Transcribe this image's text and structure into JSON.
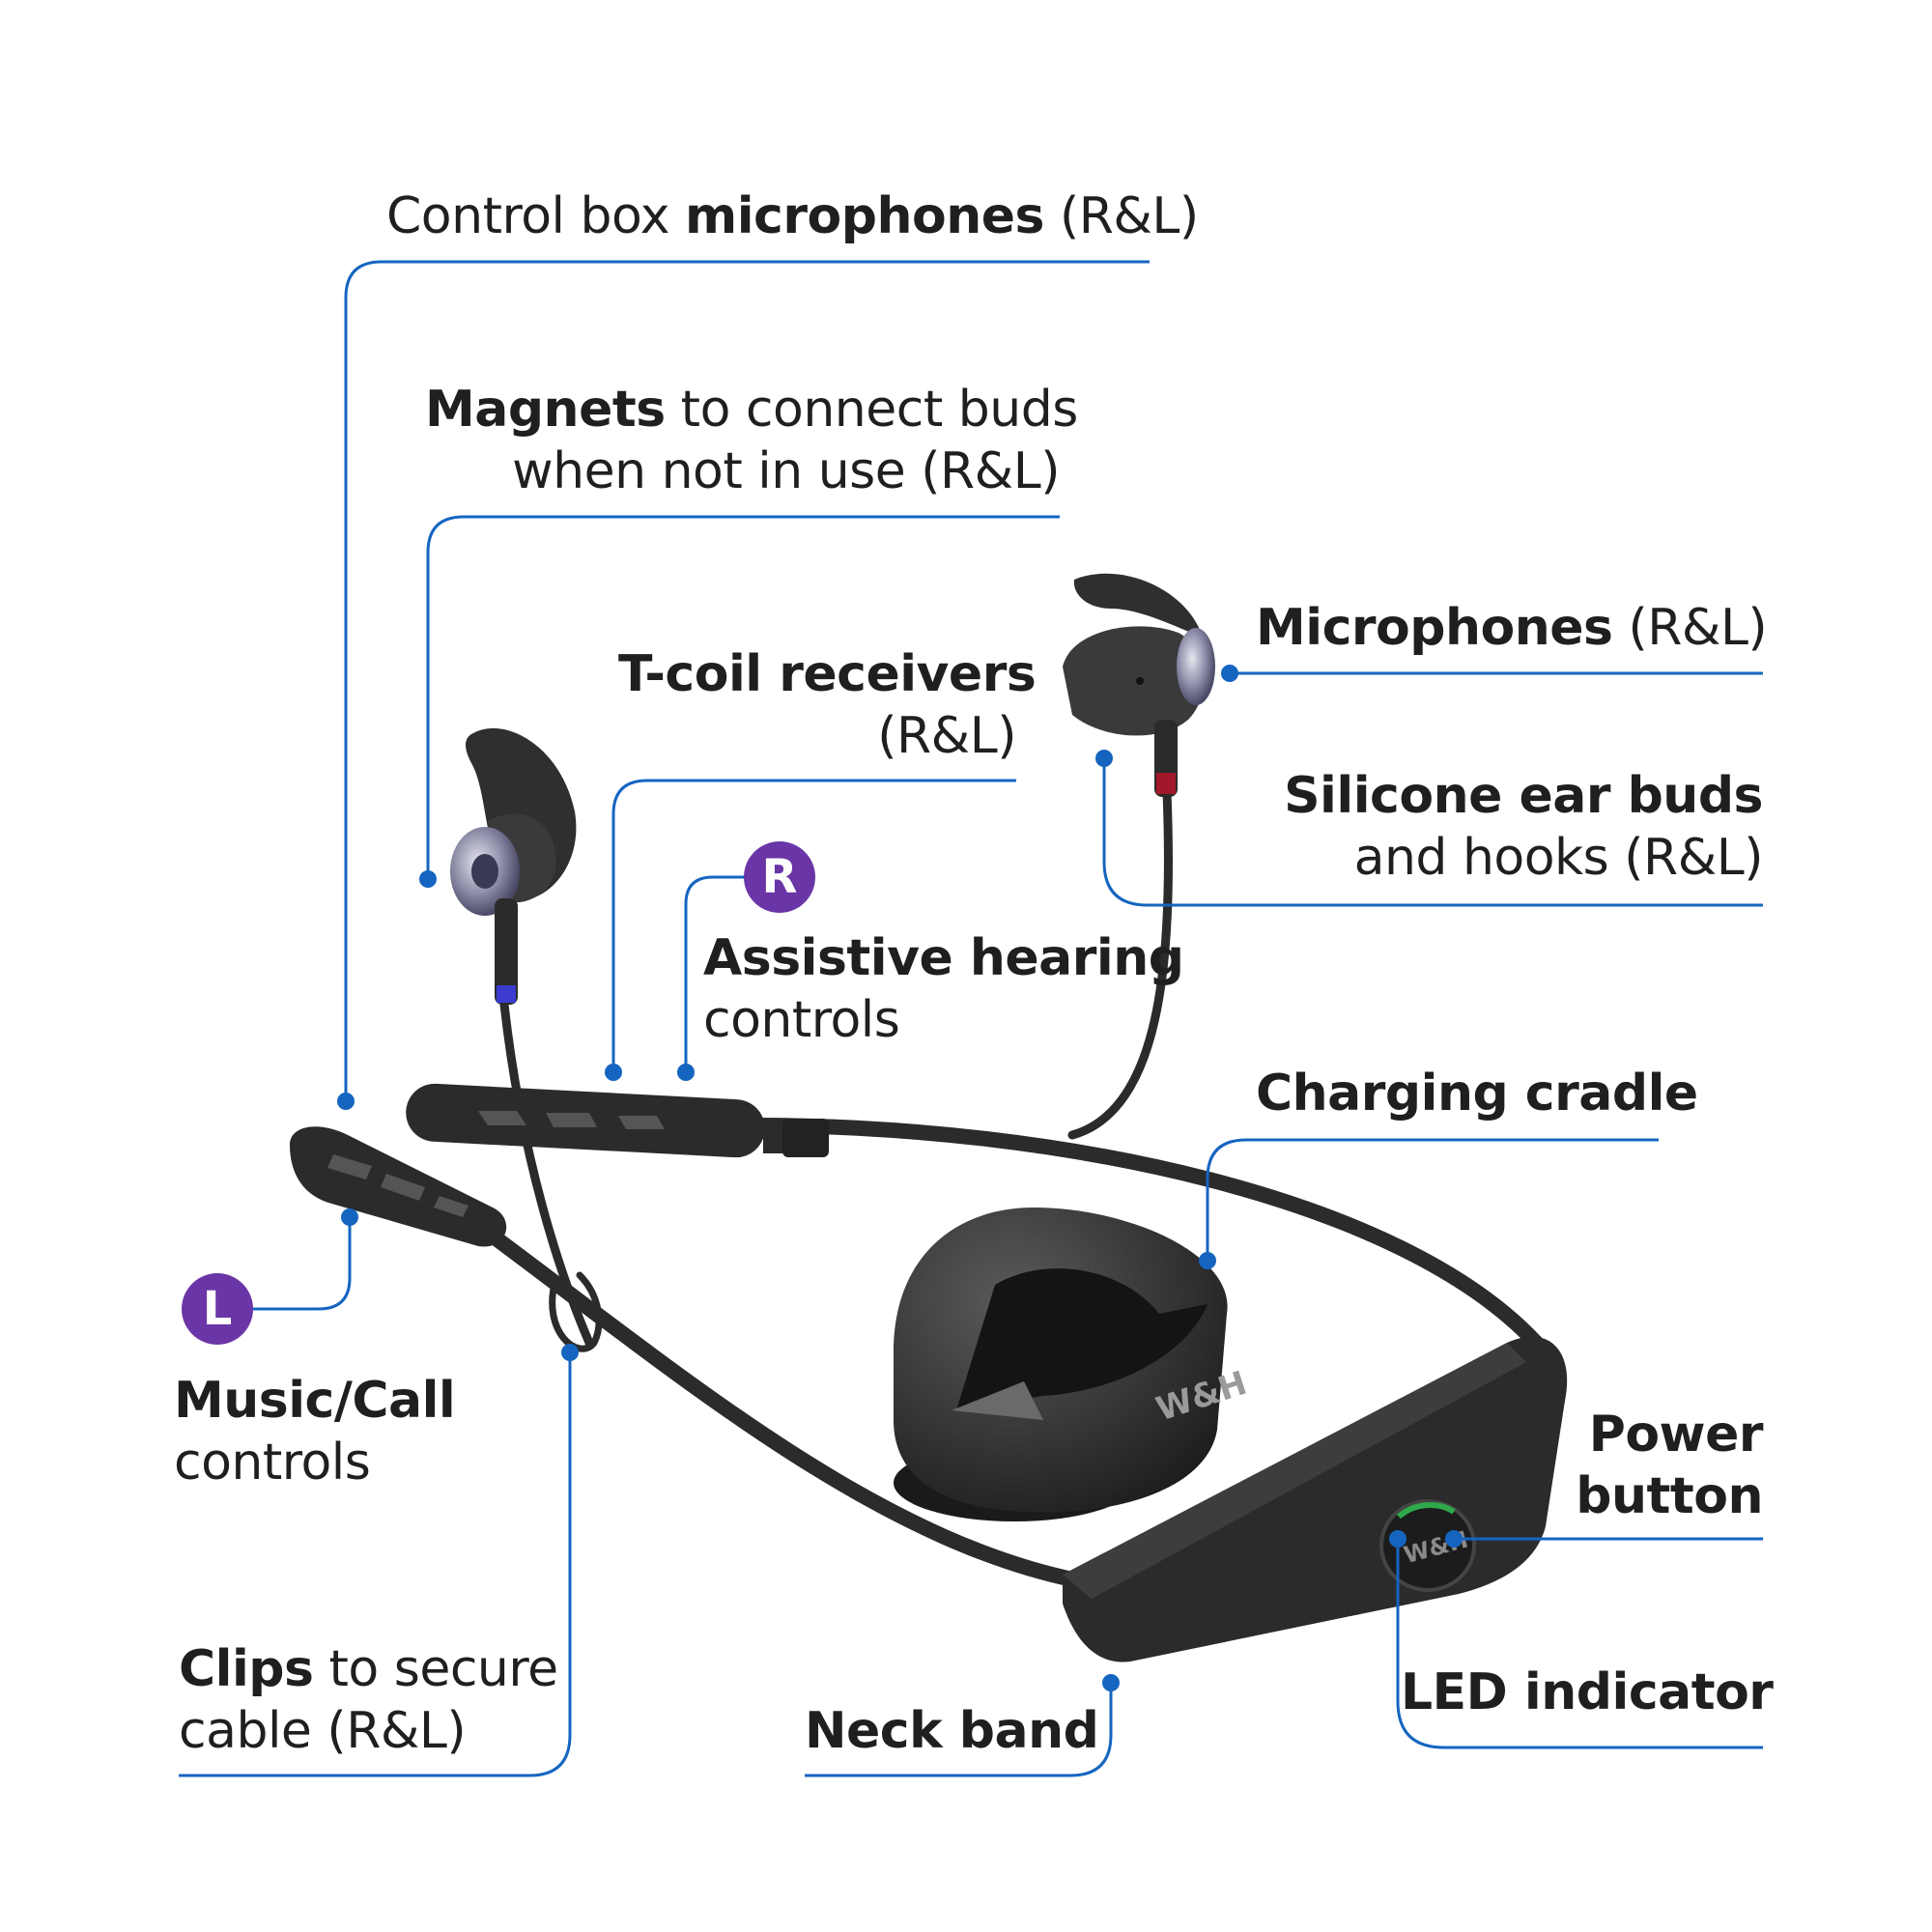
{
  "colors": {
    "leader": "#1565c0",
    "accent_purple": "#6a35a6",
    "device_black": "#2b2b2b",
    "text": "#1f1f1f"
  },
  "labels": {
    "control_box_mics": {
      "regular": "Control box ",
      "bold": "microphones",
      "suffix": " (R&L)"
    },
    "magnets": {
      "bold": "Magnets",
      "line1_rest": " to connect buds",
      "line2": "when not in use (R&L)"
    },
    "tcoil": {
      "bold": "T-coil receivers",
      "line2": "(R&L)"
    },
    "assistive": {
      "bold": "Assistive hearing",
      "line2": "controls"
    },
    "microphones": {
      "bold": "Microphones",
      "suffix": " (R&L)"
    },
    "silicone": {
      "bold": "Silicone ear buds",
      "line2": "and hooks (R&L)"
    },
    "charging_cradle": {
      "bold": "Charging cradle"
    },
    "music_call": {
      "bold": "Music/Call",
      "line2": "controls"
    },
    "power_button": {
      "line1": "Power",
      "line2": "button"
    },
    "led_indicator": {
      "bold": "LED indicator"
    },
    "clips": {
      "bold": "Clips",
      "line1_rest": " to secure",
      "line2": "cable (R&L)"
    },
    "neck_band": {
      "bold": "Neck band"
    }
  },
  "badges": {
    "right": "R",
    "left": "L"
  },
  "logo_text": "W&H"
}
